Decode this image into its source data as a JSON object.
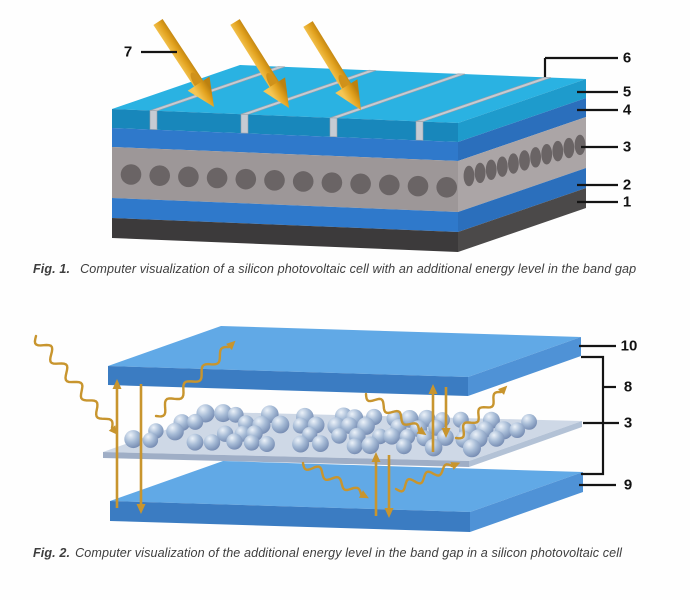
{
  "fig1": {
    "caption": {
      "prefix": "Fig. 1.",
      "text": "Computer visualization of a silicon photovoltaic cell with an additional energy level in the band gap"
    },
    "callouts": [
      "7",
      "6",
      "5",
      "4",
      "3",
      "2",
      "1"
    ]
  },
  "fig2": {
    "caption": {
      "prefix": "Fig. 2.",
      "text": "Computer visualization of the additional energy level in the band gap in a silicon photovoltaic cell"
    },
    "callouts": [
      "10",
      "8",
      "3",
      "9"
    ]
  },
  "colors": {
    "line": "#141414",
    "gold": "#c8952e",
    "gold_dark": "#aa7b16",
    "arrow_grad_1": "#f5c654",
    "arrow_grad_2": "#e2a21e",
    "arrow_grad_3": "#bc8110",
    "arrow_base": "#d0921a",
    "cyan_top": "#2ab2e2",
    "cyan_front": "#1887bb",
    "cyan_right": "#1e9bcc",
    "blue_front": "#2f79cb",
    "blue_right": "#2b6fbc",
    "gray_front": "#9d9798",
    "gray_right": "#aba5a6",
    "dark_front": "#3c3a3b",
    "dark_right": "#4b4949",
    "dot": "#6a6465",
    "silver": "#c6cbd3",
    "silver_edge": "#9aa0a8",
    "slab_top": "#61a9e6",
    "slab_front": "#3b7cc2",
    "slab_right": "#4f92d6",
    "plane_top": "#cbd6e5",
    "plane_front": "#9faec6",
    "plane_right": "#b3c2d6",
    "sphere_hi": "#ecf2f9",
    "sphere_mid": "#a6bbd6",
    "sphere_lo": "#6f85ad"
  }
}
